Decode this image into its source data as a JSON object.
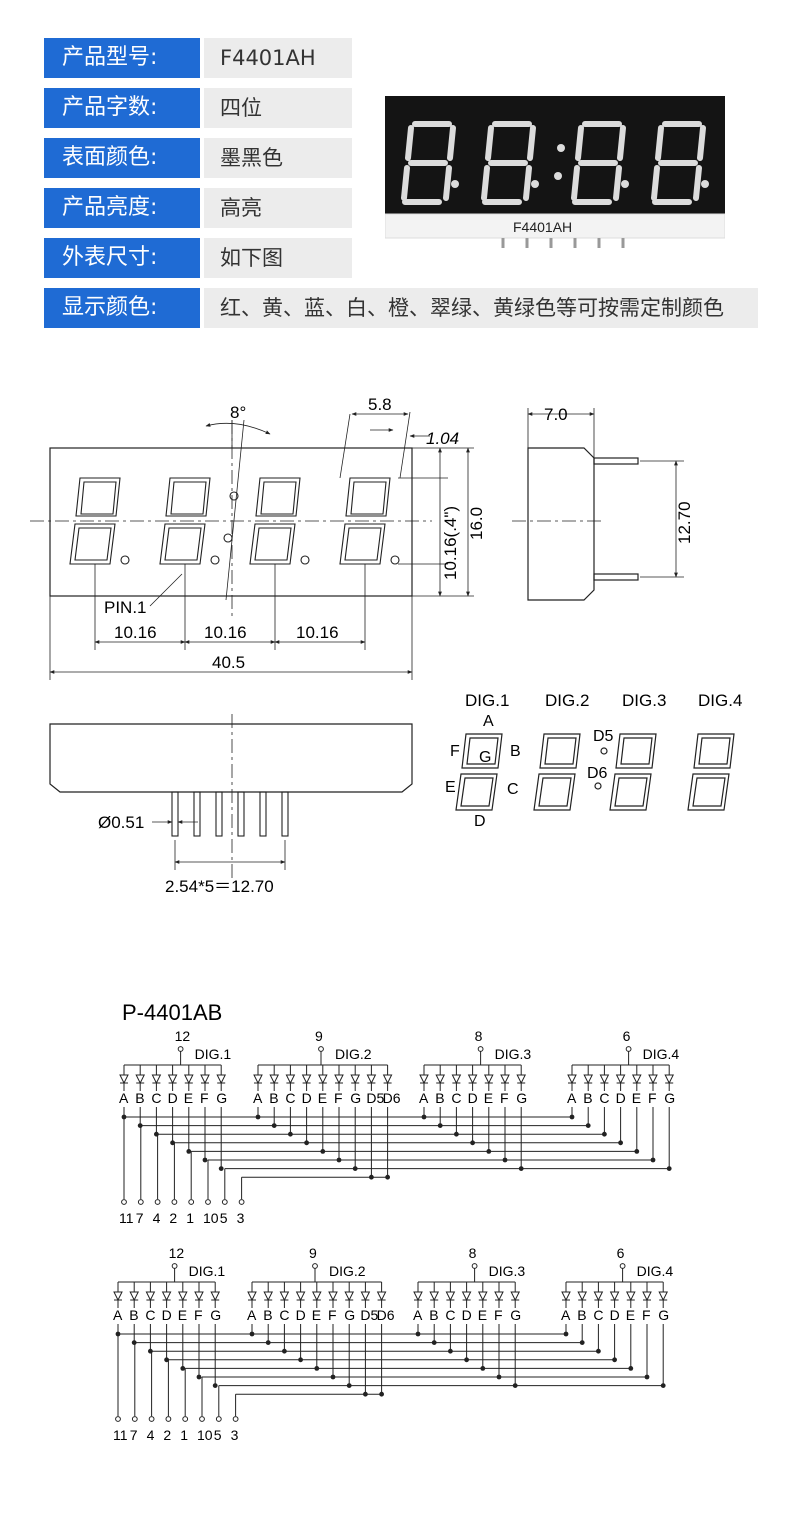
{
  "specs": [
    {
      "label": "产品型号:",
      "value": "F4401AH"
    },
    {
      "label": "产品字数:",
      "value": "四位"
    },
    {
      "label": "表面颜色:",
      "value": "墨黑色"
    },
    {
      "label": "产品亮度:",
      "value": "高亮"
    },
    {
      "label": "外表尺寸:",
      "value": "如下图"
    },
    {
      "label": "显示颜色:",
      "value": "红、黄、蓝、白、橙、翠绿、黄绿色等可按需定制颜色"
    }
  ],
  "product_photo": {
    "marking": "F4401AH"
  },
  "front_view": {
    "angle": "8°",
    "seg_width": "5.8",
    "seg_offset": "1.04",
    "char_height": "10.16(.4\")",
    "height": "16.0",
    "pin1": "PIN.1",
    "pitch1": "10.16",
    "pitch2": "10.16",
    "pitch3": "10.16",
    "width": "40.5"
  },
  "side_view": {
    "depth": "7.0",
    "pin_span": "12.70"
  },
  "bottom_view": {
    "pin_dia": "Ø0.51",
    "pin_pitch": "2.54*5＝12.70"
  },
  "segment_map": {
    "digits": [
      "DIG.1",
      "DIG.2",
      "DIG.3",
      "DIG.4"
    ],
    "a": "A",
    "b": "B",
    "c": "C",
    "d": "D",
    "e": "E",
    "f": "F",
    "g": "G",
    "d5": "D5",
    "d6": "D6"
  },
  "circuit": {
    "title": "P-4401AB",
    "digit_pins": [
      "12",
      "9",
      "8",
      "6"
    ],
    "digit_labels": [
      "DIG.1",
      "DIG.2",
      "DIG.3",
      "DIG.4"
    ],
    "segments": [
      "A",
      "B",
      "C",
      "D",
      "E",
      "F",
      "G"
    ],
    "extra": [
      "D5",
      "D6"
    ],
    "bottom_pins": [
      "11",
      "7",
      "4",
      "2",
      "1",
      "10",
      "5",
      "3"
    ]
  },
  "colors": {
    "label_bg": "#1f6bd4",
    "value_bg": "#ececec",
    "line": "#222222"
  }
}
